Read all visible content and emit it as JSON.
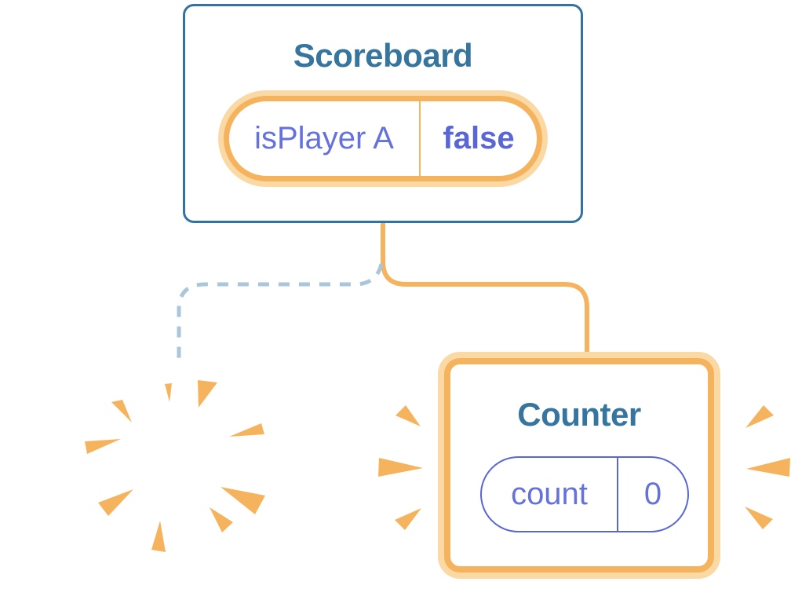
{
  "diagram": {
    "description": "Component tree state diagram: Scoreboard keeps state while Counter is added and old branch poofs away"
  },
  "scoreboard": {
    "title": "Scoreboard",
    "state": {
      "label": "isPlayer A",
      "value": "false"
    }
  },
  "counter": {
    "title": "Counter",
    "state": {
      "label": "count",
      "value": "0"
    }
  },
  "icons": {
    "sparkles": "sparkle-stars",
    "poof": "poof-burst",
    "emphasis": "emphasis-rays"
  },
  "colors": {
    "cardBorderBlue": "#3273A4",
    "titleBlue": "#35759E",
    "orange": "#F6B35E",
    "orangeSoft": "#FBD9A4",
    "purple": "#6672DC",
    "purpleDeep": "#5A66D4",
    "dashBlue": "#A9C6DB",
    "cardBg": "#FFFFFF"
  }
}
